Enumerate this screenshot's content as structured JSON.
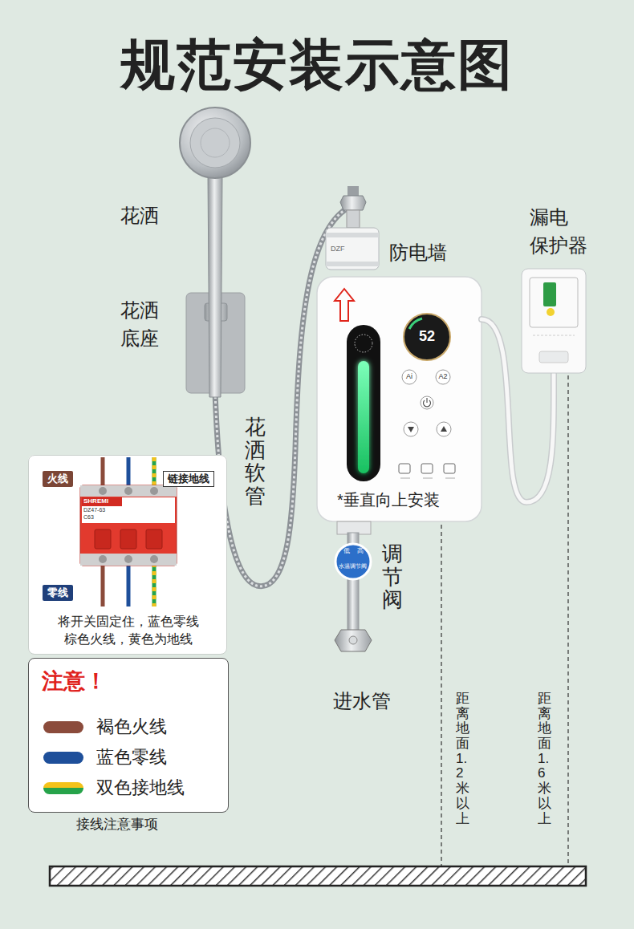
{
  "diagram": {
    "title": "规范安装示意图",
    "nodes": [
      {
        "text": [
          "将开关固定住，蓝色零线棕色火线，黄色为地线"
        ]
      },
      {
        "text": [
          "火线"
        ],
        "in": 0
      },
      {
        "text": [
          "链接地线"
        ],
        "in": 0
      },
      {
        "text": [
          "零线"
        ],
        "in": 0
      },
      {
        "text": [
          "注意！"
        ]
      }
    ],
    "labels": [
      "花洒",
      "防电墙",
      "漏电 保护器",
      "花洒 底座",
      "DZF",
      "52",
      "Ai",
      "A2",
      "花洒软管",
      "SHREMI",
      "DZ47-63",
      "C63",
      "*垂直向上安装",
      "调节阀",
      "低",
      "高",
      "水温调节阀",
      "进水管",
      "距离地面1.2米以上",
      "距离地面1.6米以上",
      "接线注意事项"
    ],
    "legend": [
      {
        "text": "褐色火线",
        "color": "#8b4b3b"
      },
      {
        "text": "蓝色零线",
        "color": "#1e4f9a"
      },
      {
        "text": "双色接地线"
      }
    ]
  }
}
